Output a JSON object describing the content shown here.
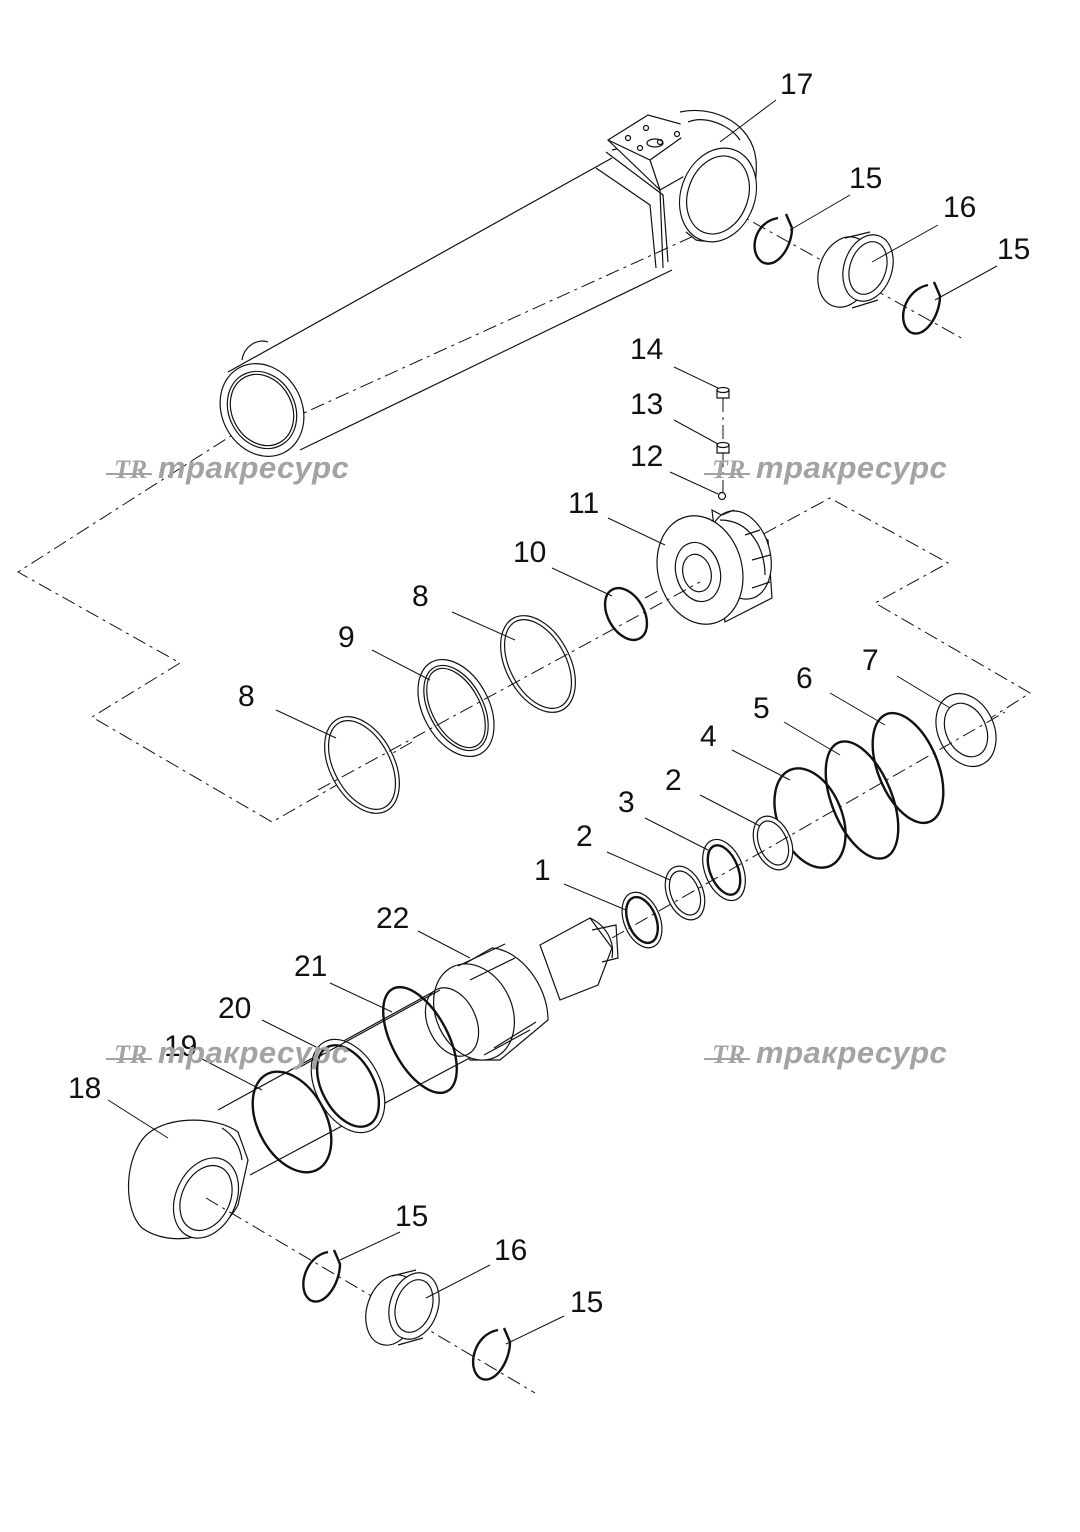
{
  "callouts": {
    "c17": "17",
    "c15a": "15",
    "c16a": "16",
    "c15b": "15",
    "c14": "14",
    "c13": "13",
    "c12": "12",
    "c11": "11",
    "c10": "10",
    "c8a": "8",
    "c9": "9",
    "c8b": "8",
    "c7": "7",
    "c6": "6",
    "c5": "5",
    "c4": "4",
    "c3": "3",
    "c2a": "2",
    "c2b": "2",
    "c1": "1",
    "c22": "22",
    "c21": "21",
    "c20": "20",
    "c19": "19",
    "c18": "18",
    "c15c": "15",
    "c16b": "16",
    "c15d": "15"
  },
  "watermark": {
    "logo": "TR",
    "text": "тракресурс"
  }
}
